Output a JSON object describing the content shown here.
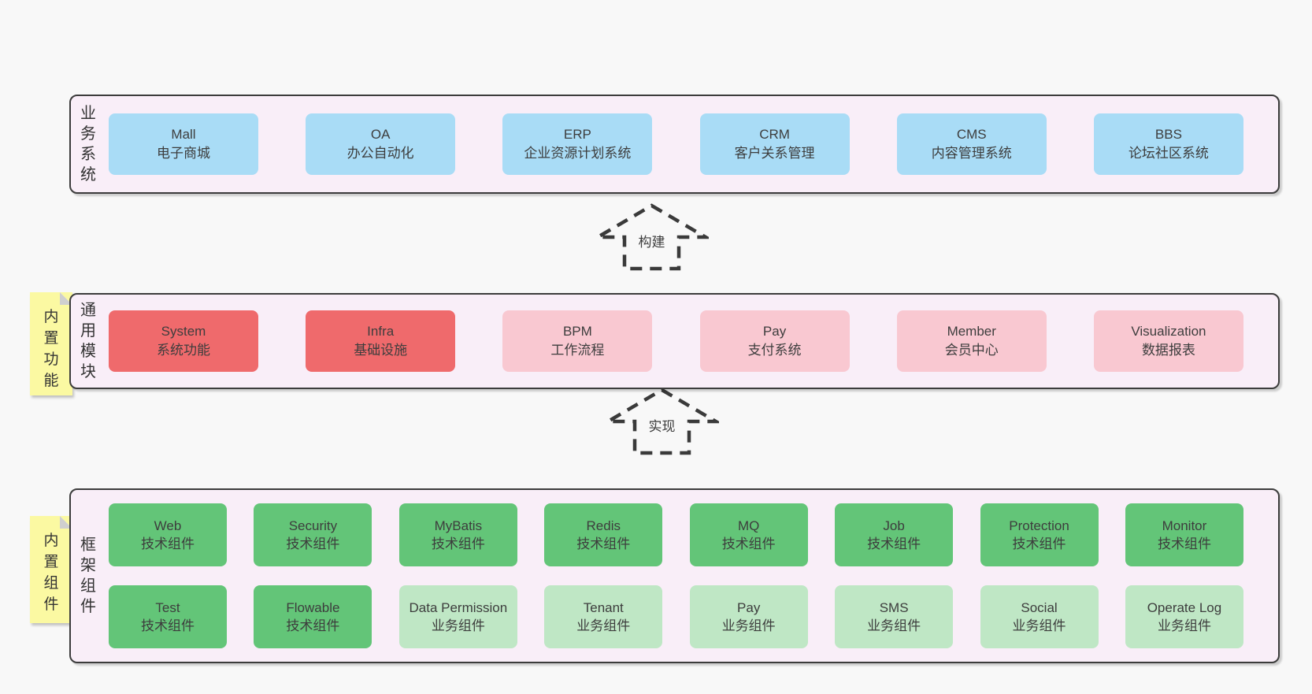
{
  "arrows": [
    {
      "label": "构建"
    },
    {
      "label": "实现"
    }
  ],
  "panels": [
    {
      "label": "业务系统",
      "boxes": [
        {
          "title": "Mall",
          "subtitle": "电子商城"
        },
        {
          "title": "OA",
          "subtitle": "办公自动化"
        },
        {
          "title": "ERP",
          "subtitle": "企业资源计划系统"
        },
        {
          "title": "CRM",
          "subtitle": "客户关系管理"
        },
        {
          "title": "CMS",
          "subtitle": "内容管理系统"
        },
        {
          "title": "BBS",
          "subtitle": "论坛社区系统"
        }
      ]
    },
    {
      "label": "通用模块",
      "sticky": "内置功能",
      "boxes": [
        {
          "title": "System",
          "subtitle": "系统功能"
        },
        {
          "title": "Infra",
          "subtitle": "基础设施"
        },
        {
          "title": "BPM",
          "subtitle": "工作流程"
        },
        {
          "title": "Pay",
          "subtitle": "支付系统"
        },
        {
          "title": "Member",
          "subtitle": "会员中心"
        },
        {
          "title": "Visualization",
          "subtitle": "数据报表"
        }
      ]
    },
    {
      "label": "框架组件",
      "sticky": "内置组件",
      "rows": [
        [
          {
            "title": "Web",
            "subtitle": "技术组件"
          },
          {
            "title": "Security",
            "subtitle": "技术组件"
          },
          {
            "title": "MyBatis",
            "subtitle": "技术组件"
          },
          {
            "title": "Redis",
            "subtitle": "技术组件"
          },
          {
            "title": "MQ",
            "subtitle": "技术组件"
          },
          {
            "title": "Job",
            "subtitle": "技术组件"
          },
          {
            "title": "Protection",
            "subtitle": "技术组件"
          },
          {
            "title": "Monitor",
            "subtitle": "技术组件"
          }
        ],
        [
          {
            "title": "Test",
            "subtitle": "技术组件"
          },
          {
            "title": "Flowable",
            "subtitle": "技术组件"
          },
          {
            "title": "Data Permission",
            "subtitle": "业务组件"
          },
          {
            "title": "Tenant",
            "subtitle": "业务组件"
          },
          {
            "title": "Pay",
            "subtitle": "业务组件"
          },
          {
            "title": "SMS",
            "subtitle": "业务组件"
          },
          {
            "title": "Social",
            "subtitle": "业务组件"
          },
          {
            "title": "Operate Log",
            "subtitle": "业务组件"
          }
        ]
      ]
    }
  ],
  "colors": {
    "page_bg": "#f8f8f8",
    "panel_bg": "#f9eef8",
    "panel_border": "#3c3c3c",
    "business_box": "#a9dcf6",
    "core_module_box": "#ef6a6c",
    "optional_module_box": "#f9c8d1",
    "tech_component_box": "#63c578",
    "biz_component_box": "#bfe7c5",
    "sticky_note": "#fbf9a2",
    "text": "#3d3d3d"
  }
}
